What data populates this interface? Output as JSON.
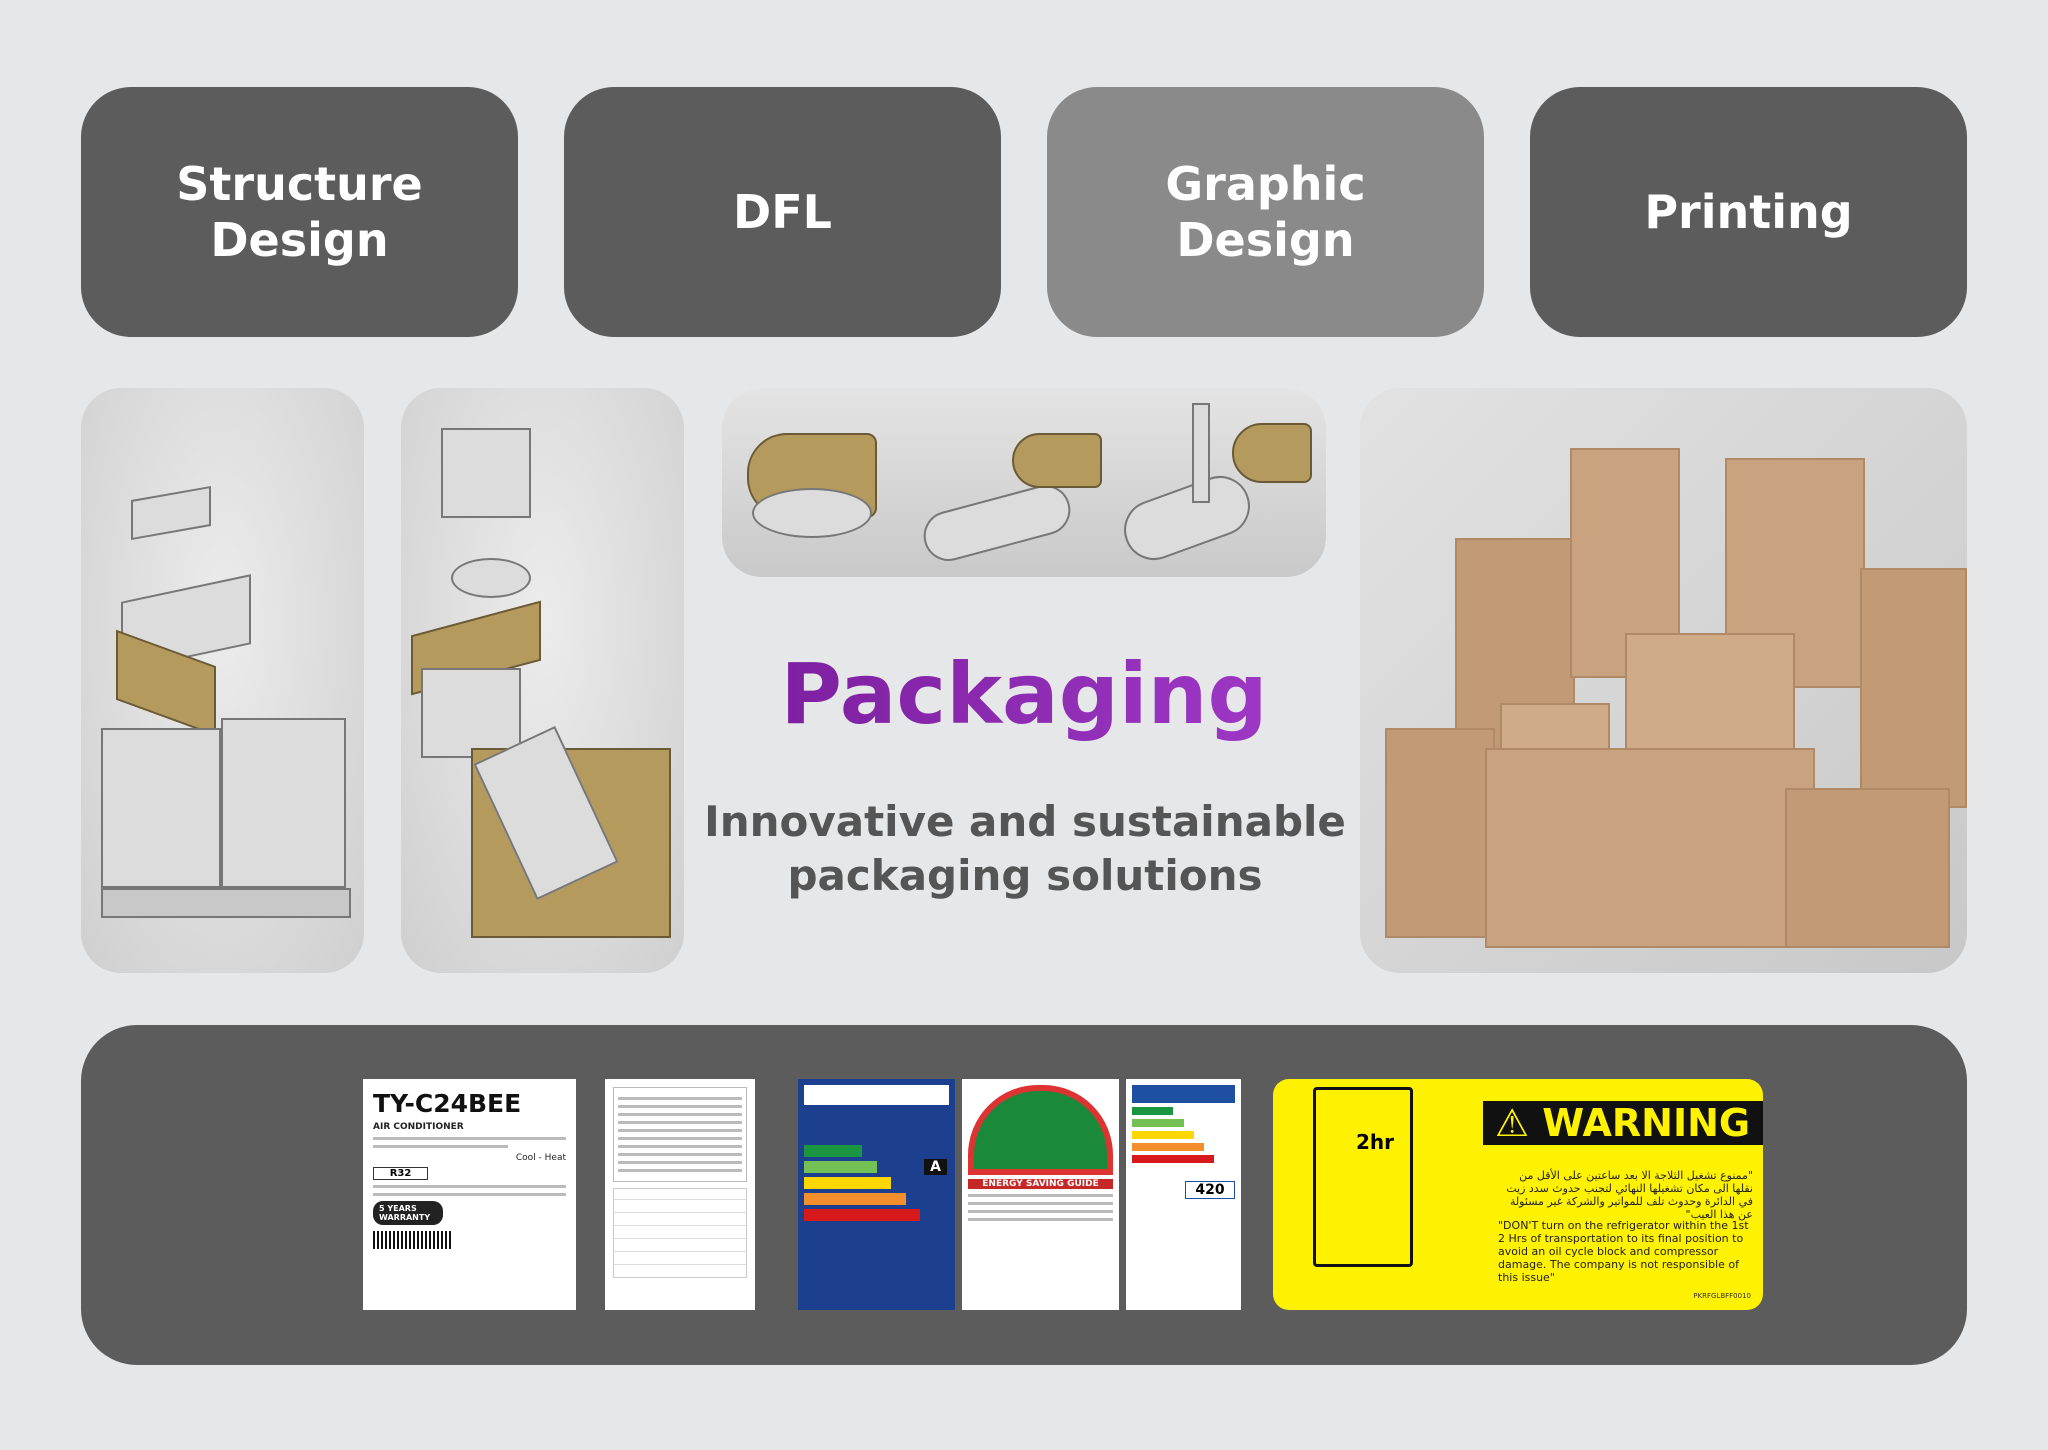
{
  "tiles": [
    {
      "label": "Structure\nDesign",
      "active": false
    },
    {
      "label": "DFL",
      "active": false
    },
    {
      "label": "Graphic\nDesign",
      "active": true
    },
    {
      "label": "Printing",
      "active": false
    }
  ],
  "main": {
    "title": "Packaging",
    "subtitle": "Innovative and sustainable\npackaging solutions"
  },
  "colors": {
    "tile": "#5c5c5c",
    "tile_active": "#8a8a8a",
    "title": "#8a1fa8",
    "background": "#e6e7e8",
    "warning": "#fff200"
  },
  "labels": {
    "ac_label": {
      "model": "TY-C24BEE",
      "type": "AIR CONDITIONER",
      "mode": "Cool - Heat",
      "refrigerant": "R32",
      "warranty": "5 YEARS WARRANTY"
    },
    "energy_label": {
      "rating": "A",
      "value": "420"
    },
    "saving_guide": "ENERGY SAVING GUIDE",
    "warning": {
      "heading": "WARNING",
      "fridge_text": "2hr",
      "arabic": "\"ممنوع تشغيل الثلاجة الا بعد ساعتين على الأقل من نقلها الى مكان تشغيلها النهائي لتجنب حدوث سدد زيت في الدائرة وحدوث تلف للمواتير والشركة غير مسئولة عن هذا العيب\"",
      "english": "\"DON'T turn on the refrigerator within the 1st 2 Hrs of transportation to its final position to avoid an oil cycle block and compressor damage. The company is not responsible of this issue\"",
      "code": "PKRFGLBFF0010"
    }
  }
}
